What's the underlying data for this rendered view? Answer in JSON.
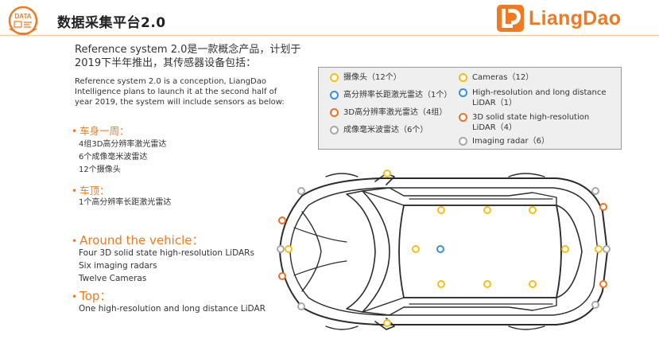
{
  "header": {
    "badge_text": "DATA",
    "title": "数据采集平台2.0",
    "logo_text": "LiangDao",
    "brand_color": "#ef7a22"
  },
  "intro": {
    "zh_line1": "Reference system 2.0是一款概念产品，计划于",
    "zh_line2": "2019下半年推出，其传感器设备包括：",
    "en_line1": "Reference system 2.0 is a conception, LiangDao",
    "en_line2": "Intelligence plans to launch it at the second half of",
    "en_line3": "year 2019, the system will include sensors as below:"
  },
  "sections": {
    "around_zh": {
      "heading": "车身一周：",
      "items": [
        "4组3D高分辨率激光雷达",
        "6个成像毫米波雷达",
        "12个摄像头"
      ]
    },
    "top_zh": {
      "heading": "车顶：",
      "items": [
        "1个高分辨率长距激光雷达"
      ]
    },
    "around_en": {
      "heading": "Around the vehicle：",
      "items": [
        "Four 3D solid state high-resolution LiDARs",
        "Six imaging radars",
        "Twelve Cameras"
      ]
    },
    "top_en": {
      "heading": "Top：",
      "items": [
        "One high-resolution and long distance LiDAR"
      ]
    }
  },
  "legend": {
    "zh": {
      "camera": "摄像头（12个）",
      "hr_lidar": "高分辨率长距激光雷达（1个）",
      "lidar_3d": "3D高分辨率激光雷达（4组）",
      "radar": "成像毫米波雷达（6个）"
    },
    "en": {
      "camera": "Cameras（12）",
      "hr_lidar_1": "High-resolution and long distance",
      "hr_lidar_2": "LiDAR（1）",
      "lidar_3d_1": "3D solid state high-resolution",
      "lidar_3d_2": "LiDAR（4）",
      "radar": "Imaging radar（6）"
    }
  },
  "sensor_colors": {
    "camera": "#f6be19",
    "hr_lidar": "#3a8fdc",
    "lidar_3d": "#f06e25",
    "radar": "#a8a8a8"
  }
}
